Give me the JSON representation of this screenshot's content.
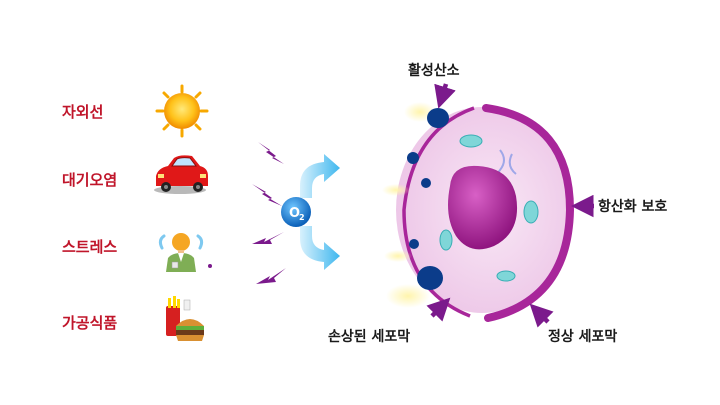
{
  "sources": [
    {
      "label": "자외선",
      "icon": "sun-icon"
    },
    {
      "label": "대기오염",
      "icon": "car-icon"
    },
    {
      "label": "스트레스",
      "icon": "stressed-person-icon"
    },
    {
      "label": "가공식품",
      "icon": "fast-food-icon"
    }
  ],
  "oxygen": {
    "symbol": "O",
    "subscript": "2"
  },
  "labels": {
    "reactive_oxygen": "활성산소",
    "antioxidant_protection": "항산화 보호",
    "damaged_membrane": "손상된 세포막",
    "normal_membrane": "정상 세포막"
  },
  "colors": {
    "source_label": "#c0152a",
    "arrow_purple": "#7b1a8c",
    "membrane_purple": "#a8269a",
    "cytoplasm": "#f4d8f0",
    "nucleus": "#9a1a88",
    "radical_blue": "#0b3c8a",
    "flow_arrow": "#3fb7ee"
  }
}
